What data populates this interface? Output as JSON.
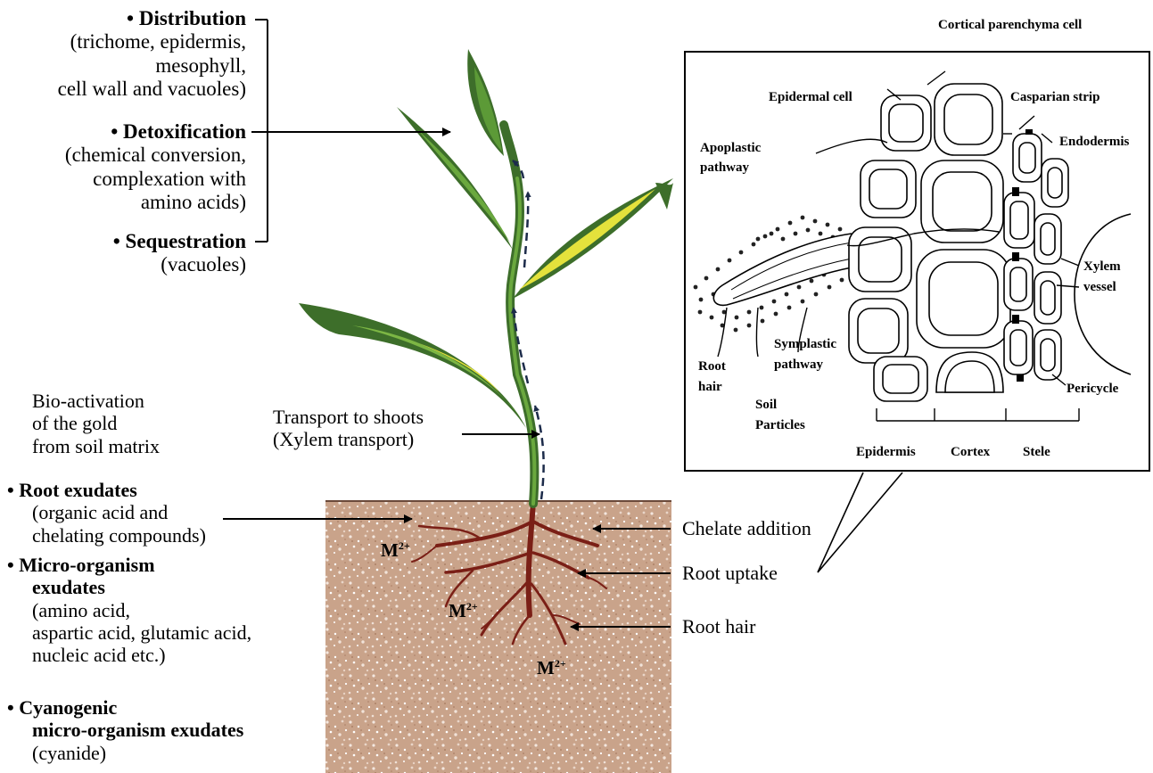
{
  "shoot_functions": {
    "distribution": {
      "title": "Distribution",
      "lines": [
        "(trichome, epidermis,",
        "mesophyll,",
        "cell wall and vacuoles)"
      ]
    },
    "detoxification": {
      "title": "Detoxification",
      "lines": [
        "(chemical conversion,",
        "complexation with",
        "amino acids)"
      ]
    },
    "sequestration": {
      "title": "Sequestration",
      "lines": [
        "(vacuoles)"
      ]
    }
  },
  "bioactivation": {
    "lines": [
      "Bio-activation",
      "of the gold",
      "from soil matrix"
    ],
    "root_exudates": {
      "title": "Root exudates",
      "lines": [
        "(organic acid and",
        "chelating compounds)"
      ]
    },
    "microorganism_exudates": {
      "title_lines": [
        "Micro-organism",
        "exudates"
      ],
      "lines": [
        "(amino acid,",
        "aspartic acid, glutamic acid,",
        "nucleic acid etc.)"
      ]
    },
    "cyanogenic": {
      "title_lines": [
        "Cyanogenic",
        "micro-organism exudates"
      ],
      "lines": [
        "(cyanide)"
      ]
    }
  },
  "transport": {
    "lines": [
      "Transport to shoots",
      "(Xylem transport)"
    ]
  },
  "soil_labels": {
    "chelate": "Chelate addition",
    "uptake": "Root uptake",
    "hair": "Root hair"
  },
  "metal_ion": {
    "base": "M",
    "charge": "2+"
  },
  "bullet": "•",
  "inset": {
    "cortical": "Cortical parenchyma cell",
    "epidermal_cell": "Epidermal cell",
    "casparian": "Casparian strip",
    "endodermis": "Endodermis",
    "apoplastic": [
      "Apoplastic",
      "pathway"
    ],
    "xylem": [
      "Xylem",
      "vessel"
    ],
    "symplastic": [
      "Symplastic",
      "pathway"
    ],
    "root_hair": [
      "Root",
      "hair"
    ],
    "soil": [
      "Soil",
      "Particles"
    ],
    "pericycle": "Pericycle",
    "zones": [
      "Epidermis",
      "Cortex",
      "Stele"
    ]
  },
  "colors": {
    "soil": "#c9a38a",
    "root": "#7a1f16",
    "leaf_dark": "#3d6e2a",
    "leaf_mid": "#5c9a37",
    "leaf_yellow": "#e4e23c",
    "stem": "#4e8a30"
  }
}
